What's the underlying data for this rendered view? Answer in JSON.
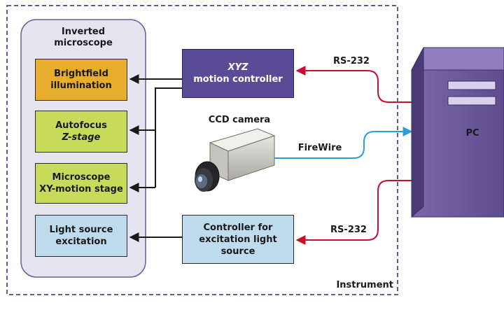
{
  "microscope": {
    "title_lines": [
      "Inverted",
      "microscope"
    ],
    "modules": {
      "brightfield": [
        "Brightfield",
        "illumination"
      ],
      "autofocus": [
        "Autofocus",
        "Z-stage"
      ],
      "xystage": [
        "Microscope",
        "XY-motion stage"
      ],
      "lightsource": [
        "Light source",
        "excitation"
      ]
    }
  },
  "controllers": {
    "xyz": [
      "XYZ",
      "motion controller"
    ],
    "excitation": [
      "Controller for",
      "excitation light",
      "source"
    ]
  },
  "camera": {
    "label": "CCD camera"
  },
  "links": {
    "rs232_top": "RS-232",
    "firewire": "FireWire",
    "rs232_bottom": "RS-232"
  },
  "pc": {
    "label": "PC"
  },
  "instrument": {
    "label": "Instrument"
  },
  "colors": {
    "rs232_link": "#c8102e",
    "firewire_link": "#2a9fd6",
    "pc_tower": "#6d5a9c",
    "controller": "#5a4b96",
    "brightfield": "#e7ad2b",
    "stage": "#c7da5a",
    "excitation": "#bfdcef"
  }
}
